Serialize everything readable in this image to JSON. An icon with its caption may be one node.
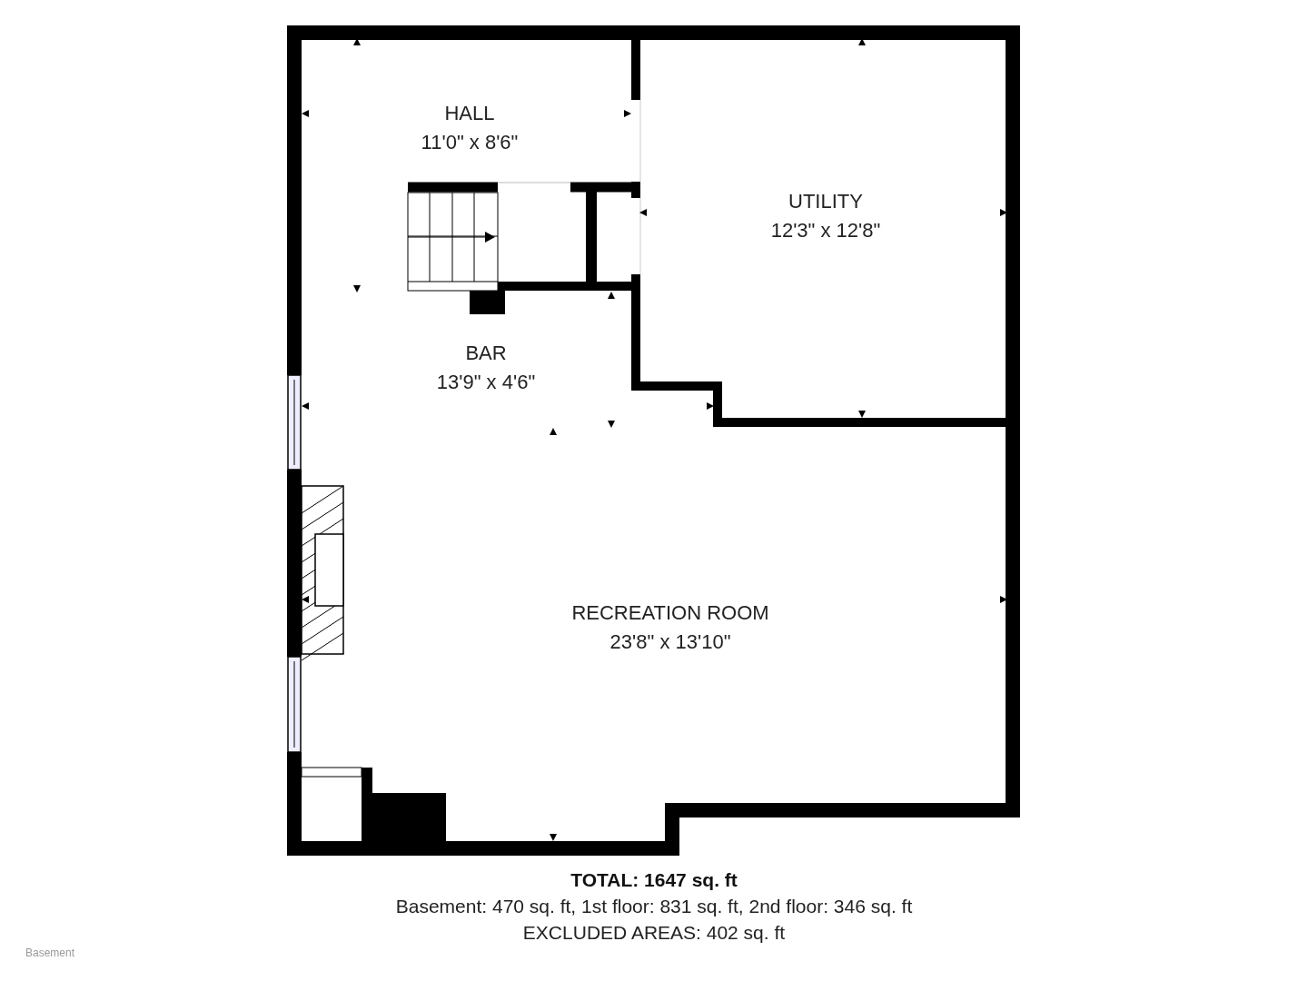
{
  "diagram": {
    "labels": [
      "HALL",
      "11'0\" x 8'6\"",
      "UTILITY",
      "12'3\" x 12'8\"",
      "BAR",
      "13'9\" x 4'6\"",
      "RECREATION ROOM",
      "23'8\" x 13'10\"",
      "TOTAL: 1647 sq. ft",
      "Basement: 470 sq. ft, 1st floor: 831 sq. ft, 2nd floor: 346 sq. ft",
      "EXCLUDED AREAS: 402 sq. ft",
      "Basement"
    ]
  }
}
